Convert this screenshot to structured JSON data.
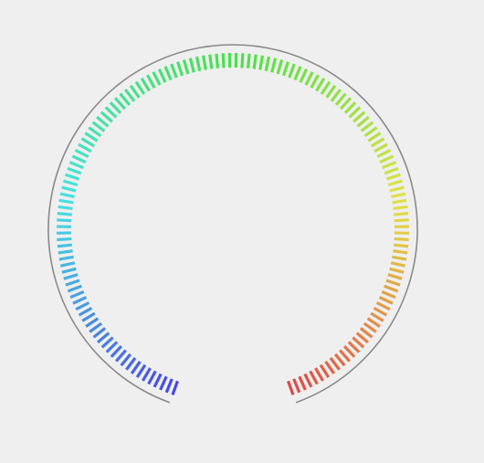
{
  "gauge": {
    "tick_count": 150,
    "arc_start_deg": 200,
    "arc_end_deg": 520,
    "hue_start": 240,
    "hue_end": 0,
    "outline_color": "#8a8a8a",
    "background": "#efefef"
  }
}
